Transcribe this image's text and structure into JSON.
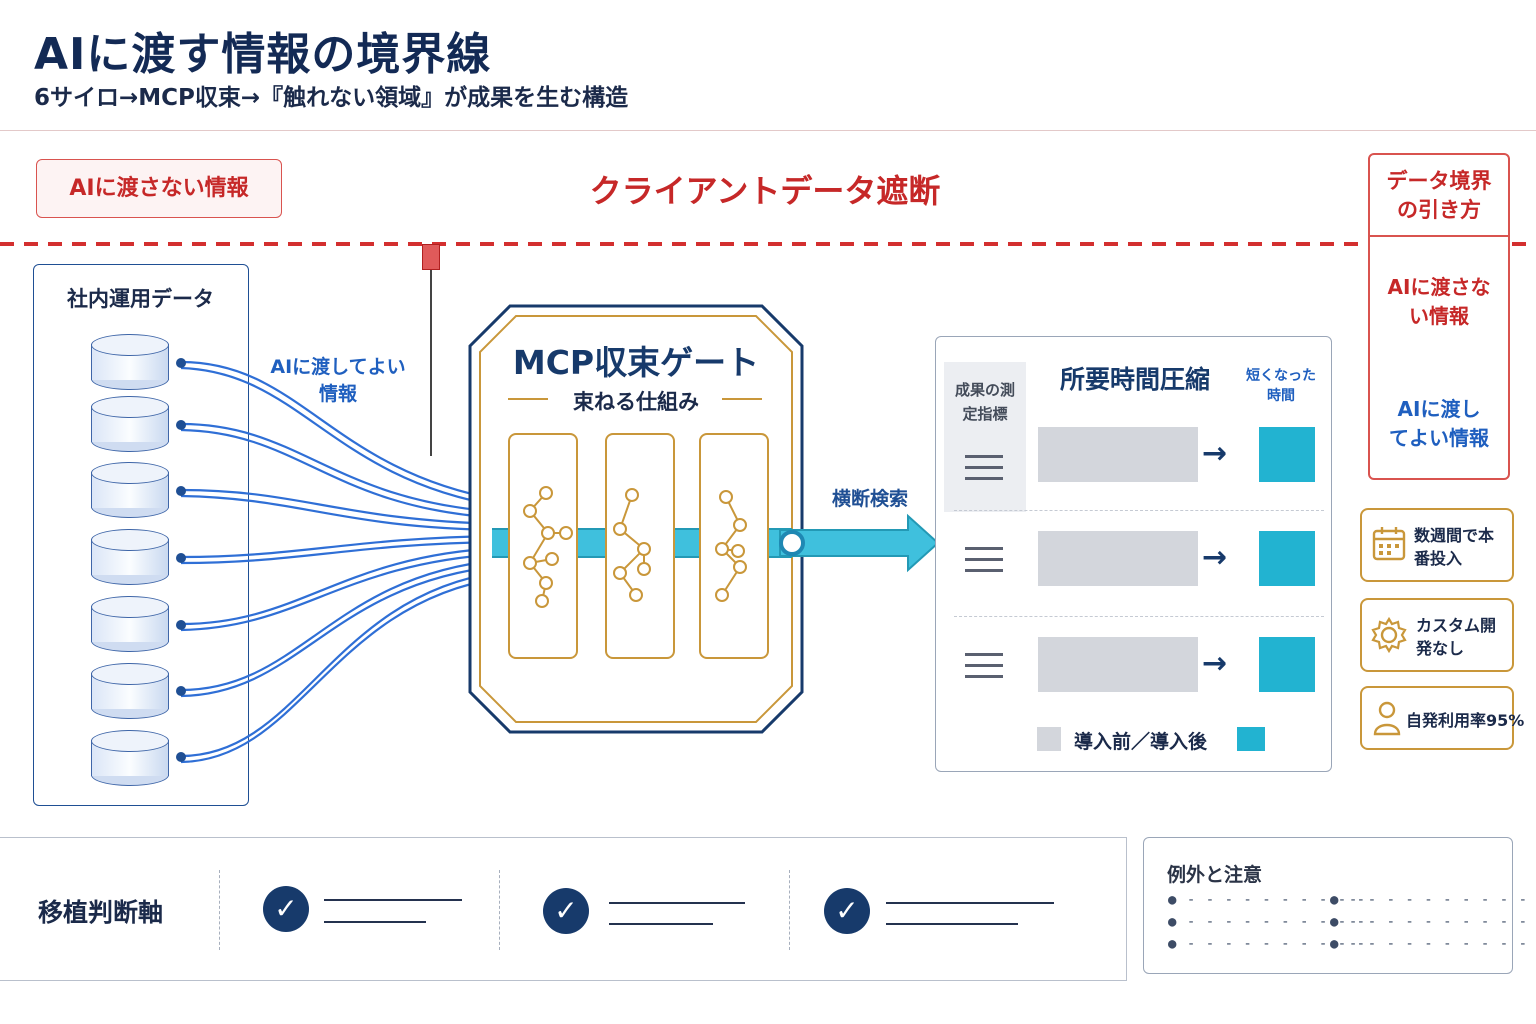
{
  "header": {
    "title": "AIに渡す情報の境界線",
    "subtitle": "6サイロ→MCP収束→『触れない領域』が成果を生む構造"
  },
  "boundary": {
    "left_box": "AIに渡さない情報",
    "center_label": "クライアントデータ遮断"
  },
  "legend_panel": {
    "title": "データ境界の引き方",
    "blocked": "AIに渡さない情報",
    "allowed": "AIに渡してよい情報"
  },
  "sources": {
    "title": "社内運用データ",
    "count": 7,
    "flow_label": "AIに渡してよい情報"
  },
  "gate": {
    "title": "MCP収束ゲート",
    "subtitle": "束ねる仕組み",
    "output_label": "横断検索"
  },
  "results": {
    "title": "所要時間圧縮",
    "metric_label": "成果の測定指標",
    "short_label": "短くなった時間",
    "legend": "導入前／導入後",
    "rows": [
      {
        "before": 1.0,
        "after": 0.42
      },
      {
        "before": 1.0,
        "after": 0.42
      },
      {
        "before": 1.0,
        "after": 0.42
      }
    ]
  },
  "benefits": [
    {
      "icon": "calendar-icon",
      "text": "数週間で本番投入"
    },
    {
      "icon": "gear-icon",
      "text": "カスタム開発なし"
    },
    {
      "icon": "person-icon",
      "text": "自発利用率95%"
    }
  ],
  "footer": {
    "axis_label": "移植判断軸",
    "notes_title": "例外と注意"
  },
  "colors": {
    "navy": "#132a55",
    "red": "#d32f2f",
    "blue": "#1f5fbf",
    "cyan": "#22b3d1",
    "gold": "#c9973a"
  }
}
